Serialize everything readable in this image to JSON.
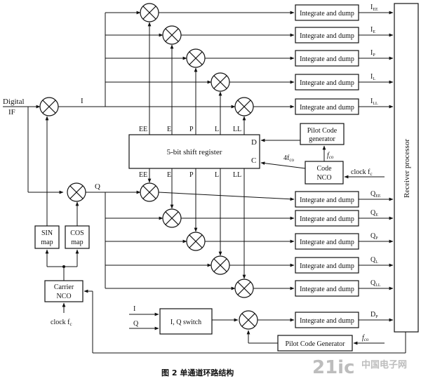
{
  "inputs": {
    "digital": "Digital",
    "digital_sub": "IF",
    "i_line": "I",
    "q_line": "Q",
    "switch_i": "I",
    "switch_q": "Q"
  },
  "integrators": {
    "label": "Integrate and dump",
    "outputs": [
      "I",
      "I",
      "I",
      "I",
      "I",
      "Q",
      "Q",
      "Q",
      "Q",
      "Q",
      "D"
    ],
    "output_subs": [
      "EE",
      "E",
      "P",
      "L",
      "LL",
      "EE",
      "E",
      "P",
      "L",
      "LL",
      "P"
    ]
  },
  "shift_register": {
    "label": "5-bit shift register",
    "taps": [
      "EE",
      "E",
      "P",
      "L",
      "LL"
    ],
    "port_d": "D",
    "port_c": "C"
  },
  "code_gen": {
    "pilot_line1": "Pilot Code",
    "pilot_line2": "generator",
    "nco_line1": "Code",
    "nco_line2": "NCO",
    "fco": "f",
    "fco_sub": "co",
    "four_fco_pre": "4f",
    "four_fco_sub": "co",
    "clock": "clock f",
    "clock_sub": "c"
  },
  "carrier": {
    "sin_line1": "SIN",
    "sin_line2": "map",
    "cos_line1": "COS",
    "cos_line2": "map",
    "nco_line1": "Carrier",
    "nco_line2": "NCO",
    "clock": "clock f",
    "clock_sub": "c"
  },
  "iq_switch": "I, Q switch",
  "pilot_generator": "Pilot Code Generator",
  "pilot_fco": "f",
  "pilot_fco_sub": "co",
  "receiver": "Receiver processor",
  "caption": "图 2    单通道环路结构",
  "watermark": "21ic",
  "watermark_sub": "中国电子网"
}
